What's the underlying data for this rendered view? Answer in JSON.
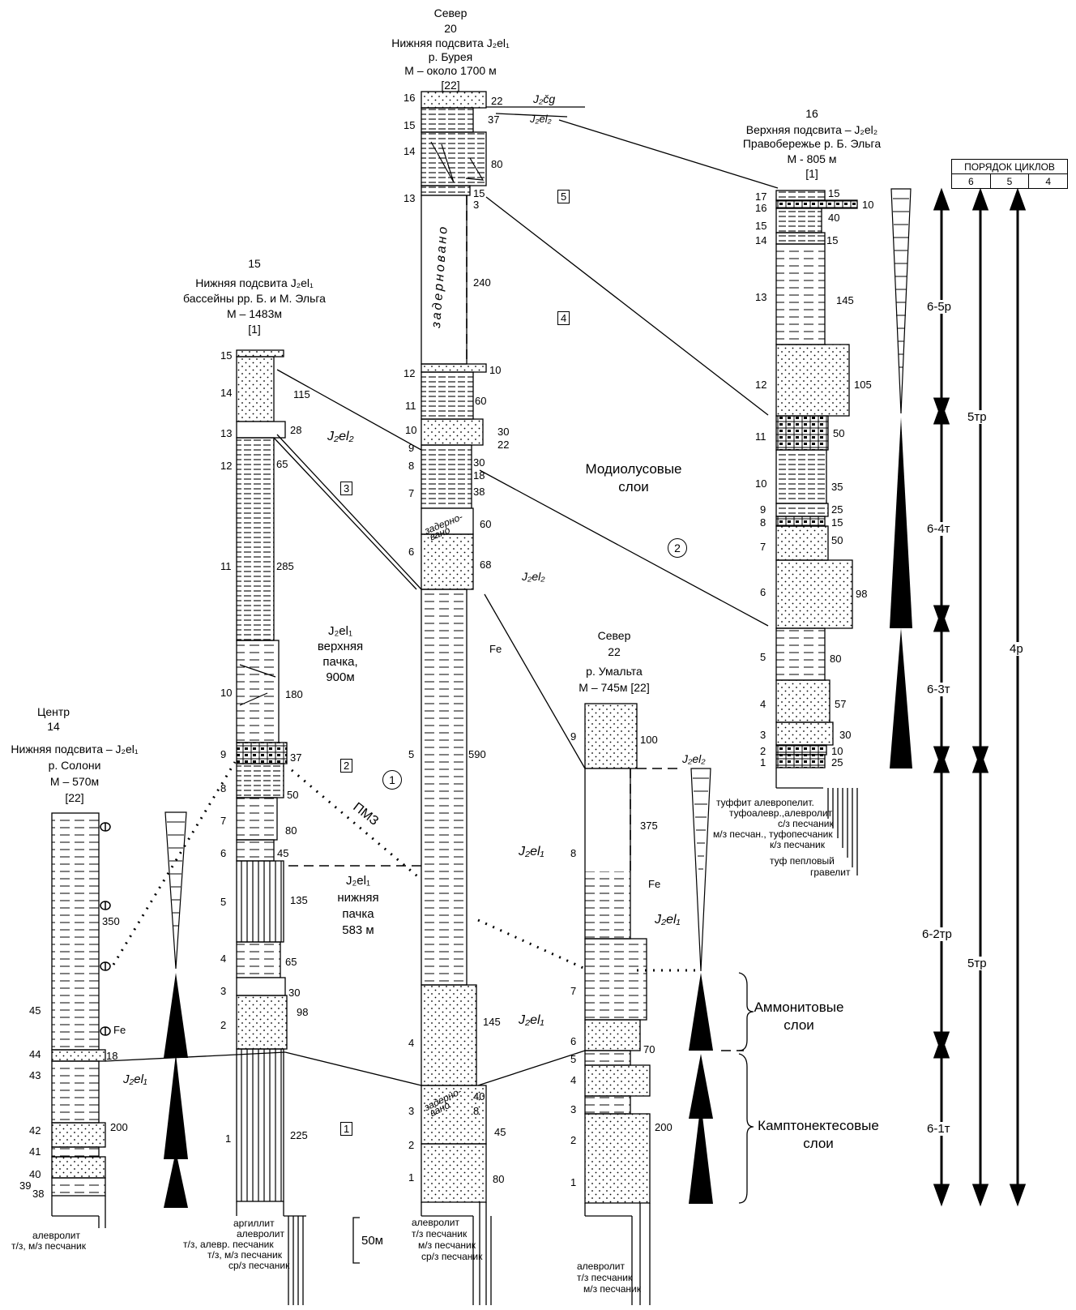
{
  "columns": {
    "c14": {
      "number": "14",
      "region": "Центр",
      "title": "Нижняя подсвита – J₂el₁",
      "river": "р. Солони",
      "thickness": "М – 570м",
      "ref": "[22]",
      "beds": [
        "45",
        "44",
        "43",
        "42",
        "41",
        "40",
        "39",
        "38"
      ],
      "thick": [
        "350",
        "18",
        "200"
      ],
      "lith_legend": [
        "алевролит",
        "т/з, м/з  песчаник"
      ],
      "fe": "Fe",
      "unit_label": "J₂el₁"
    },
    "c15": {
      "number": "15",
      "title": "Нижняя подсвита J₂el₁",
      "region": "бассейны рр. Б. и  М. Эльга",
      "thickness": "М – 1483м",
      "ref": "[1]",
      "beds": [
        "15",
        "14",
        "13",
        "12",
        "11",
        "10",
        "9",
        "8",
        "7",
        "6",
        "5",
        "4",
        "3",
        "2",
        "1"
      ],
      "thick": [
        "115",
        "28",
        "65",
        "285",
        "180",
        "37",
        "50",
        "80",
        "45",
        "135",
        "65",
        "30",
        "98",
        "225"
      ],
      "lith_legend": [
        "аргиллит",
        "алевролит",
        "т/з, алевр. песчаник",
        "т/з, м/з песчаник",
        "ср/з песчаник"
      ],
      "unit_upper": "J₂el₂",
      "upper_pack": [
        "J₂el₁",
        "верхняя",
        "пачка,",
        "900м"
      ],
      "lower_pack": [
        "J₂el₁",
        "нижняя",
        "пачка",
        "583 м"
      ],
      "pmz": "ПМЗ"
    },
    "c20": {
      "region": "Север",
      "number": "20",
      "title": "Нижняя подсвита J₂el₁",
      "river": "р. Бурея",
      "thickness": "М – около 1700 м",
      "ref": "[22]",
      "beds": [
        "16",
        "15",
        "14",
        "13",
        "12",
        "11",
        "10",
        "9",
        "8",
        "7",
        "6",
        "5",
        "4",
        "3",
        "2",
        "1"
      ],
      "thick": [
        "22",
        "37",
        "80",
        "15",
        "3",
        "240",
        "10",
        "60",
        "30",
        "22",
        "30",
        "18",
        "38",
        "60",
        "68",
        "590",
        "145",
        "40",
        "8",
        "45",
        "80"
      ],
      "covered_long": "задерновано",
      "covered_short": [
        "задерно-",
        "вано"
      ],
      "jcg": "J₂čg",
      "jel2": "J₂el₂",
      "jel2_low": "J₂el₂",
      "jel1": "J₂el₁",
      "jel1_b": "J₂el₁",
      "fe": "Fe",
      "lith_legend": [
        "алевролит",
        "т/з песчаник",
        "м/з песчаник",
        "ср/з песчаник"
      ],
      "modiolus": [
        "Модиолусовые",
        "слои"
      ]
    },
    "c22": {
      "region": "Север",
      "number": "22",
      "river": "р. Умальта",
      "thickness": "М – 745м  [22]",
      "beds": [
        "9",
        "8",
        "7",
        "6",
        "5",
        "4",
        "3",
        "2",
        "1"
      ],
      "thick": [
        "100",
        "375",
        "70",
        "200"
      ],
      "jel2": "J₂el₂",
      "jel1": "J₂el₁",
      "fe": "Fe",
      "lith_legend": [
        "алевролит",
        "т/з песчаник",
        "м/з песчаник"
      ],
      "ammonite": [
        "Аммонитовые",
        "слои"
      ],
      "campto": [
        "Камптонектесовые",
        "слои"
      ]
    },
    "c16": {
      "number": "16",
      "title": "Верхняя подсвита – J₂el₂",
      "region": "Правобережье р. Б. Эльга",
      "thickness": "М - 805 м",
      "ref": "[1]",
      "beds": [
        "17",
        "16",
        "15",
        "14",
        "13",
        "12",
        "11",
        "10",
        "9",
        "8",
        "7",
        "6",
        "5",
        "4",
        "3",
        "2",
        "1"
      ],
      "thick": [
        "15",
        "10",
        "40",
        "15",
        "145",
        "105",
        "50",
        "35",
        "25",
        "15",
        "50",
        "98",
        "80",
        "57",
        "30",
        "10",
        "25"
      ],
      "lith_legend": [
        "туффит алевропелит.",
        "туфоалевр.,алевролит",
        "с/з песчаник",
        "м/з песчан., туфопесчаник",
        "к/з песчаник",
        "туф пепловый",
        "гравелит"
      ]
    }
  },
  "boxes": [
    "1",
    "2",
    "3",
    "4",
    "5"
  ],
  "circles": [
    "1",
    "2"
  ],
  "scale": "50м",
  "cycles": {
    "header": "ПОРЯДОК ЦИКЛОВ",
    "orders": [
      "6",
      "5",
      "4"
    ],
    "c6": [
      "6-5р",
      "6-4т",
      "6-3т",
      "6-2тр",
      "6-1т"
    ],
    "c5": [
      "5тр",
      "5тр"
    ],
    "c4": "4р"
  },
  "colors": {
    "ink": "#000000",
    "paper": "#ffffff"
  }
}
